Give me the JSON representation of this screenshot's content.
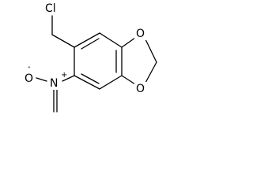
{
  "colors": {
    "background": "#ffffff",
    "bond": "#000000",
    "label": "#000000"
  },
  "atoms": {
    "chlorine": "Cl",
    "oxygen_top": "O",
    "oxygen_bottom": "O",
    "nitro_oxygen": "O",
    "nitro_oxygen_charge": "-",
    "nitro_nitrogen": "N",
    "nitro_nitrogen_charge": "+"
  }
}
